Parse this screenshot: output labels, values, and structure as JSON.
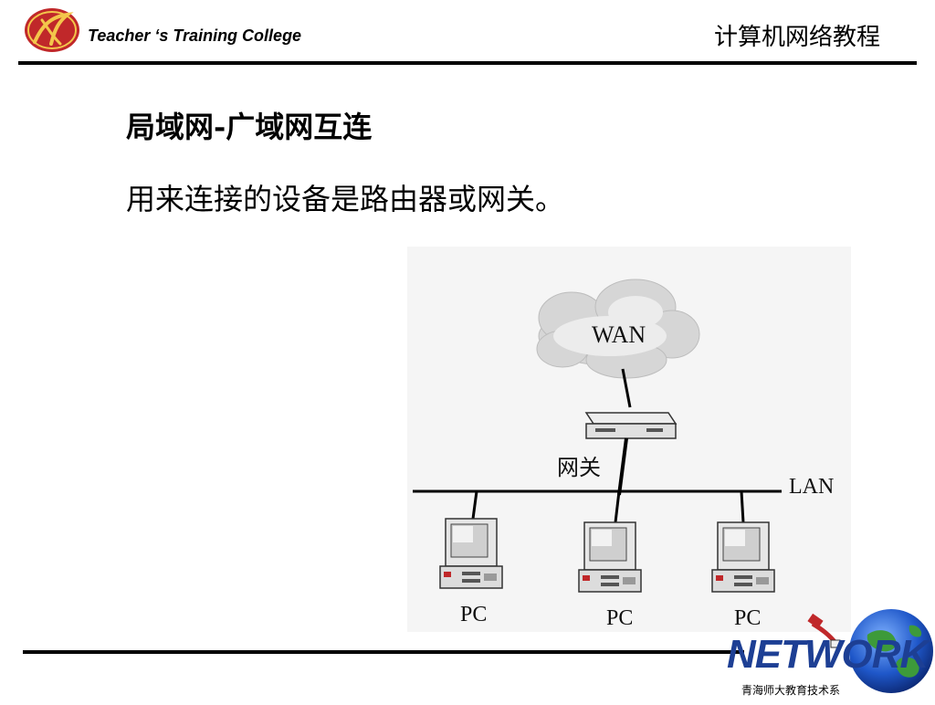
{
  "header": {
    "college": "Teacher ‘s Training  College",
    "course_title": "计算机网络教程"
  },
  "slide": {
    "title": "局域网-广域网互连",
    "body": "用来连接的设备是路由器或网关。"
  },
  "diagram": {
    "wan_label": "WAN",
    "gateway_label": "网关",
    "lan_label": "LAN",
    "pc_labels": [
      "PC",
      "PC",
      "PC"
    ]
  },
  "footer": {
    "brand": "NETWORK",
    "subtitle": "青海师大教育技术系"
  },
  "colors": {
    "brand_blue": "#1d3f94",
    "logo_red": "#c0282a",
    "logo_gold": "#f3c64b"
  }
}
